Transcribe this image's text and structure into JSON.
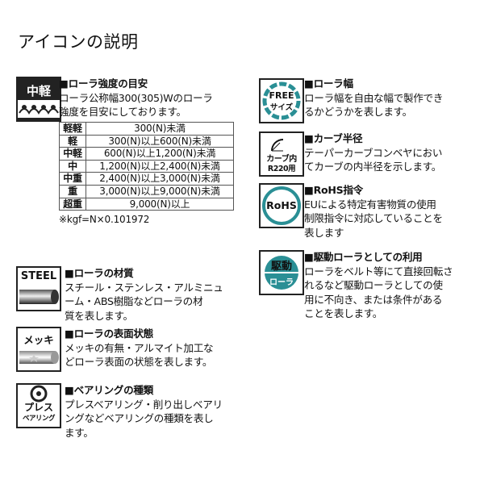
{
  "page": {
    "title": "アイコンの説明"
  },
  "load": {
    "icon_label": "中軽",
    "heading": "■ローラ強度の目安",
    "body": [
      "ローラ公称幅300(305)Wのローラ",
      "強度を目安にしております。"
    ],
    "table": [
      {
        "grade": "軽軽",
        "range": "300(N)未満"
      },
      {
        "grade": "軽",
        "range": "300(N)以上600(N)未満"
      },
      {
        "grade": "中軽",
        "range": "600(N)以上1,200(N)未満"
      },
      {
        "grade": "中",
        "range": "1,200(N)以上2,400(N)未満"
      },
      {
        "grade": "中重",
        "range": "2,400(N)以上3,000(N)未満"
      },
      {
        "grade": "重",
        "range": "3,000(N)以上9,000(N)未満"
      },
      {
        "grade": "超重",
        "range": "9,000(N)以上"
      }
    ],
    "note": "※kgf=N×0.101972"
  },
  "steel": {
    "icon_label": "STEEL",
    "heading": "■ローラの材質",
    "body": [
      "スチール・ステンレス・アルミニュ",
      "ーム・ABS樹脂などローラの材",
      "質を表します。"
    ]
  },
  "mekki": {
    "icon_label": "メッキ",
    "heading": "■ローラの表面状態",
    "body": [
      "メッキの有無・アルマイト加工な",
      "どローラ表面の状態を表します。"
    ]
  },
  "bearing": {
    "icon_label_1": "プレス",
    "icon_label_2": "ベアリング",
    "heading": "■ベアリングの種類",
    "body": [
      "プレスベアリング・削り出しベアリ",
      "ングなどベアリングの種類を表し",
      "ます。"
    ]
  },
  "free": {
    "icon_label_1": "FREE",
    "icon_label_2": "サイズ",
    "heading": "■ローラ幅",
    "body": [
      "ローラ幅を自由な幅で製作でき",
      "るかどうかを表します。"
    ]
  },
  "curve": {
    "icon_label_1": "カーブ内",
    "icon_label_2": "R220用",
    "heading": "■カーブ半径",
    "body": [
      "テーパーカーブコンベヤにおい",
      "てカーブの内半径を示します。"
    ]
  },
  "rohs": {
    "icon_label": "RoHS",
    "heading": "■RoHS指令",
    "body": [
      "EUによる特定有害物質の使用",
      "制限指令に対応していることを",
      "表します"
    ]
  },
  "drive": {
    "icon_label_1": "駆動",
    "icon_label_2": "ローラ",
    "heading": "■駆動ローラとしての利用",
    "body": [
      "ローラをベルト等にて直接回転さ",
      "れるなど駆動ローラとしての使",
      "用に不向き、または条件がある",
      "ことを表します。"
    ]
  },
  "colors": {
    "teal": "#2a8f95",
    "dark": "#111111"
  }
}
